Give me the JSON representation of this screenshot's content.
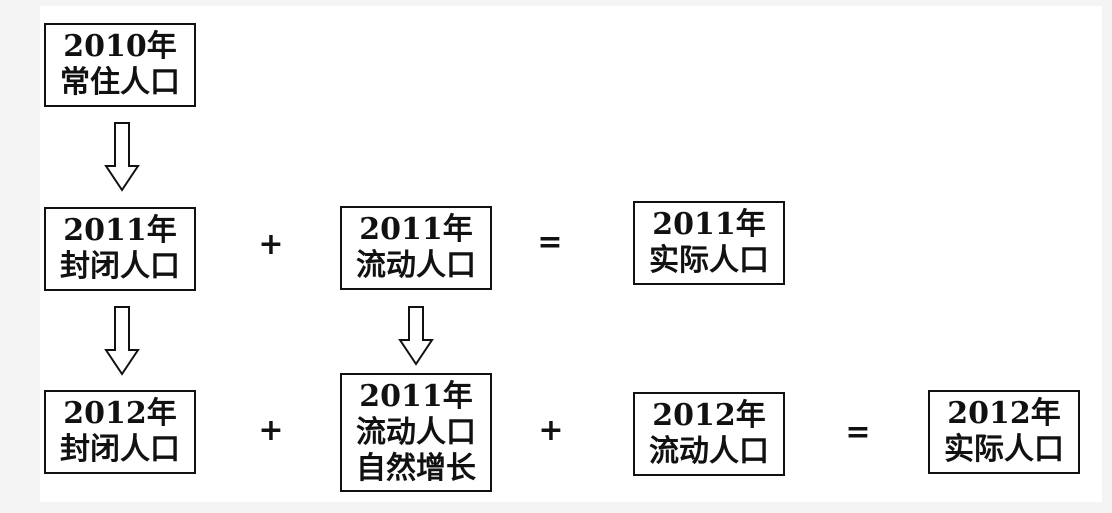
{
  "boxes": {
    "pop2010": {
      "line1": "2010年",
      "line2": "常住人口"
    },
    "closed2011": {
      "line1": "2011年",
      "line2": "封闭人口"
    },
    "floating2011": {
      "line1": "2011年",
      "line2": "流动人口"
    },
    "actual2011": {
      "line1": "2011年",
      "line2": "实际人口"
    },
    "closed2012": {
      "line1": "2012年",
      "line2": "封闭人口"
    },
    "floating2011_growth": {
      "line1": "2011年",
      "line2": "流动人口",
      "line3": "自然增长"
    },
    "floating2012": {
      "line1": "2012年",
      "line2": "流动人口"
    },
    "actual2012": {
      "line1": "2012年",
      "line2": "实际人口"
    }
  },
  "operators": {
    "plus": "+",
    "equals": "="
  }
}
